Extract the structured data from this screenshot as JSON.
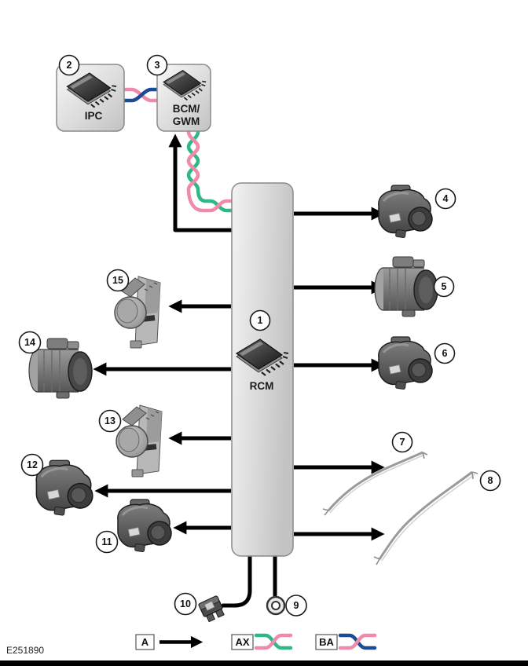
{
  "figure": {
    "id": "E251890"
  },
  "modules": {
    "rcm": {
      "label": "RCM"
    },
    "ipc": {
      "label": "IPC"
    },
    "bcm_gwm": {
      "label_line1": "BCM/",
      "label_line2": "GWM"
    }
  },
  "callouts": {
    "c1": "1",
    "c2": "2",
    "c3": "3",
    "c4": "4",
    "c5": "5",
    "c6": "6",
    "c7": "7",
    "c8": "8",
    "c9": "9",
    "c10": "10",
    "c11": "11",
    "c12": "12",
    "c13": "13",
    "c14": "14",
    "c15": "15"
  },
  "legend": {
    "hardwired": {
      "label": "A"
    },
    "ax": {
      "label": "AX"
    },
    "ba": {
      "label": "BA"
    }
  },
  "colors": {
    "green": "#2eb884",
    "pink": "#f08aab",
    "navy": "#1b4a96",
    "black": "#000000"
  }
}
